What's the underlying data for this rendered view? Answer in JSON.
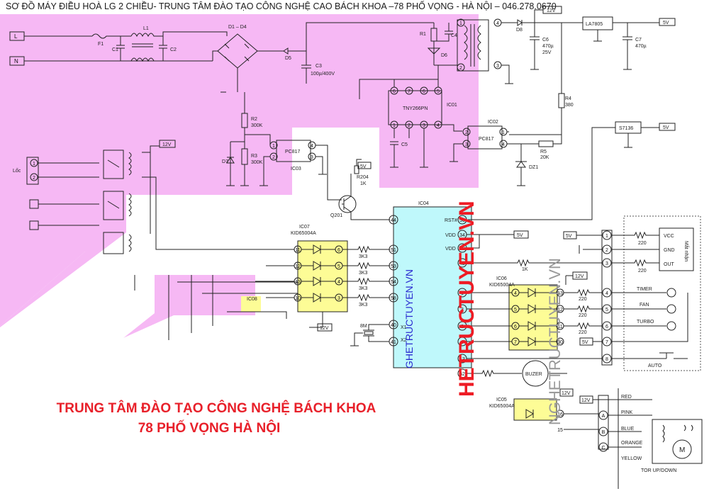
{
  "title": "SƠ ĐỒ MÁY ĐIỀU HOÀ LG 2 CHIỀU- TRUNG TÂM ĐÀO TẠO CÔNG NGHỆ CAO BÁCH KHOA –78 PHỐ VỌNG - HÀ NỘI – 046.278.0670",
  "banner": {
    "line1": "TRUNG TÂM ĐÀO TẠO CÔNG NGHỆ BÁCH KHOA",
    "line2": "78 PHỐ VỌNG HÀ NỘI"
  },
  "watermarks": {
    "red": "HETRUCTUYEN.VN",
    "grey": "NGHETRUCTUYEN.VN",
    "blue": "GHETRUCTUYEN.VN"
  },
  "colors": {
    "pink": "#f6b8f4",
    "cyan": "#bff8fb",
    "yellow": "#fdfc96",
    "red": "#ee1c25",
    "grey": "#9a9a9a",
    "blue": "#2a2ad0"
  },
  "power": {
    "terminals": [
      "L",
      "N"
    ],
    "fuse": "F1",
    "inductor": "L1",
    "cap_c1": "C1",
    "cap_c2": "C2",
    "bridge": "D1 – D4",
    "diode_d5": "D5",
    "cap_c3": "C3",
    "cap_c3_val": "100µ/400V",
    "r1": "R1",
    "c4": "C4",
    "d6": "D6",
    "d8": "D8",
    "transformer_pins": [
      "4",
      "1",
      "2",
      "3"
    ],
    "v12": "12V",
    "c6": "C6",
    "c6_val1": "470µ",
    "c6_val2": "25V",
    "reg": "LA7805",
    "v5": "5V",
    "c7": "C7",
    "c7_val": "470µ",
    "tny": "TNY266PN",
    "ic01": "IC01",
    "tny_top_pins": [
      "6",
      "7",
      "6",
      "5"
    ],
    "tny_bot_pins": [
      "1",
      "2",
      "3",
      "4"
    ],
    "c5": "C5",
    "r4": "R4",
    "r4_val": "380",
    "ic02": "IC02",
    "pc817": "PC817",
    "pc817_pins_b": [
      "2",
      "3"
    ],
    "pc817_pins_b_right": [
      "1",
      "4"
    ],
    "r5": "R5",
    "r5_val": "20K",
    "dz1": "DZ1",
    "r2": "R2",
    "r2_val": "300K",
    "r3": "R3",
    "r3_val": "300K",
    "d7": "D7",
    "ic03": "IC03",
    "pc817_2": "PC817",
    "pc817_pins_a": [
      "1",
      "2"
    ],
    "pc817_pins_a_right": [
      "4",
      "3"
    ],
    "s7136": "S7136",
    "s7136_v": "5V"
  },
  "relays": {
    "v12": "12V",
    "loc": "Lốc",
    "pins": [
      "1",
      "2"
    ]
  },
  "ic04": {
    "name": "IC04",
    "r204": "R204",
    "r204_val": "1K",
    "v5": "5V",
    "q201": "Q201",
    "left_pins": [
      "44",
      "51",
      "53",
      "54",
      "58",
      "40",
      "41"
    ],
    "x1": "X1",
    "x2": "X2",
    "xtal": "8M",
    "right_pins": [
      {
        "name": "RST#",
        "num": "36"
      },
      {
        "name": "VDD",
        "num": "34"
      },
      {
        "name": "VDD",
        "num": "35"
      },
      {
        "name": "",
        "num": "42"
      },
      {
        "name": "",
        "num": "1"
      },
      {
        "name": "",
        "num": "3"
      },
      {
        "name": "",
        "num": "2"
      },
      {
        "name": "",
        "num": "4"
      },
      {
        "name": "",
        "num": "13"
      },
      {
        "name": "",
        "num": "52"
      }
    ],
    "vdd_v": "5V",
    "r1k": "1K",
    "buzer": "BUZER"
  },
  "ic07": {
    "name": "IC07",
    "part": "KID65004A",
    "pins_left": [
      "11",
      "12",
      "13",
      "10"
    ],
    "pins_right": [
      "6",
      "5",
      "4",
      "3"
    ],
    "res": [
      "3K3",
      "3K3",
      "3K3",
      "3K3"
    ],
    "v12": "12V"
  },
  "ic08": {
    "name": "IC08"
  },
  "ic06": {
    "name": "IC06",
    "part": "KID65004A",
    "v12": "12V",
    "pins_right": [
      "13",
      "12",
      "11",
      "10"
    ],
    "pins_left": [
      "4",
      "5",
      "6",
      "7"
    ],
    "res": [
      "220",
      "220",
      "220"
    ],
    "v5": "5V"
  },
  "ic05": {
    "name": "IC05",
    "part": "KID65004A",
    "v12": "12V",
    "pins": [
      "16",
      "15"
    ]
  },
  "connector": {
    "v5": "5V",
    "pins": [
      "1",
      "2",
      "3",
      "4",
      "5",
      "6",
      "7",
      "8"
    ],
    "res": [
      "220",
      "220"
    ],
    "ir": [
      "VCC",
      "GND",
      "OUT"
    ],
    "ir_label": "Mắt nhận",
    "leds": [
      "TIMER",
      "FAN",
      "TURBO"
    ],
    "auto": "AUTO"
  },
  "motor": {
    "v12": "12V",
    "pins": [
      "A",
      "B",
      "C"
    ],
    "wires": [
      "RED",
      "PINK",
      "BLUE",
      "ORANGE",
      "YELLOW"
    ],
    "m": "M",
    "label": "TOR UP/DOWN"
  }
}
